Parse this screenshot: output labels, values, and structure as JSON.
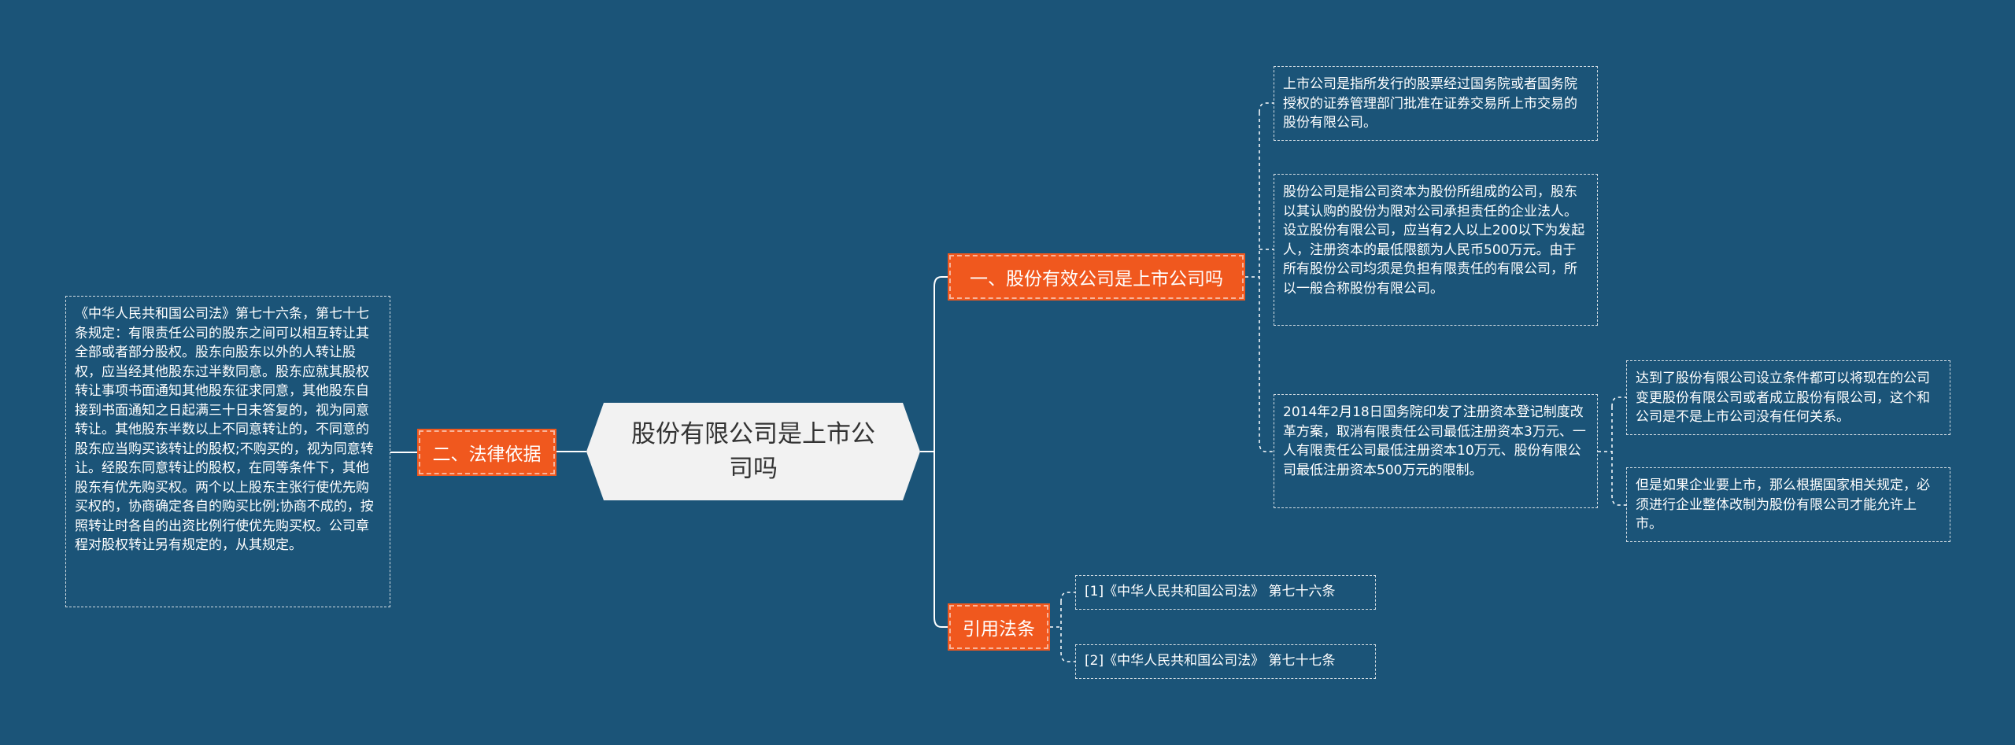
{
  "root": {
    "title": "股份有限公司是上市公司吗"
  },
  "branches": {
    "b1": "一、股份有效公司是上市公司吗",
    "b2": "二、法律依据",
    "b3": "引用法条"
  },
  "leaves": {
    "listed_company_def": "上市公司是指所发行的股票经过国务院或者国务院授权的证券管理部门批准在证券交易所上市交易的股份有限公司。",
    "joint_stock_def": "股份公司是指公司资本为股份所组成的公司，股东以其认购的股份为限对公司承担责任的企业法人。设立股份有限公司，应当有2人以上200以下为发起人，注册资本的最低限额为人民币500万元。由于所有股份公司均须是负担有限责任的有限公司，所以一般合称股份有限公司。",
    "reform_2014": "2014年2月18日国务院印发了注册资本登记制度改革方案，取消有限责任公司最低注册资本3万元、一人有限责任公司最低注册资本10万元、股份有限公司最低注册资本500万元的限制。",
    "conditions_met": "达到了股份有限公司设立条件都可以将现在的公司变更股份有限公司或者成立股份有限公司，这个和公司是不是上市公司没有任何关系。",
    "listing_requirement": "但是如果企业要上市，那么根据国家相关规定，必须进行企业整体改制为股份有限公司才能允许上市。",
    "legal_basis": "《中华人民共和国公司法》第七十六条，第七十七条规定：有限责任公司的股东之间可以相互转让其全部或者部分股权。股东向股东以外的人转让股权，应当经其他股东过半数同意。股东应就其股权转让事项书面通知其他股东征求同意，其他股东自接到书面通知之日起满三十日未答复的，视为同意转让。其他股东半数以上不同意转让的，不同意的股东应当购买该转让的股权;不购买的，视为同意转让。经股东同意转让的股权，在同等条件下，其他股东有优先购买权。两个以上股东主张行使优先购买权的，协商确定各自的购买比例;协商不成的，按照转让时各自的出资比例行使优先购买权。公司章程对股权转让另有规定的，从其规定。",
    "cite_76": "[1]《中华人民共和国公司法》 第七十六条",
    "cite_77": "[2]《中华人民共和国公司法》 第七十七条"
  },
  "colors": {
    "background": "#1b5478",
    "root_fill": "#f2f2f2",
    "branch_fill": "#f0581e",
    "leaf_border": "#d4dde3",
    "connector": "#ffffff"
  }
}
